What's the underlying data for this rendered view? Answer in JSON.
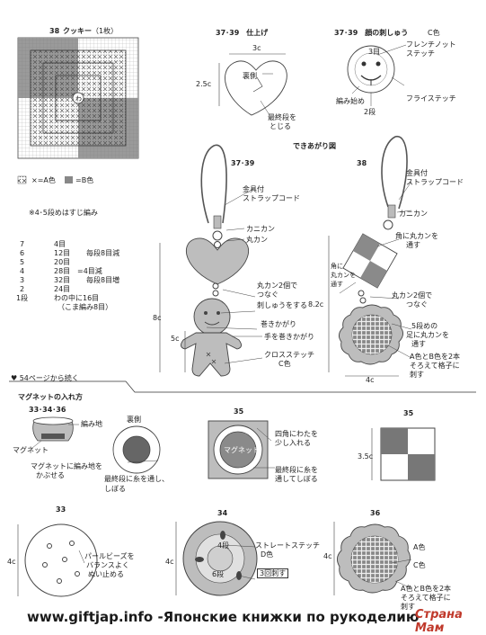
{
  "sec38_cookie": {
    "number": "38",
    "title": "クッキー",
    "count": "（1枚）",
    "legend_a": "×=A色",
    "legend_b": "=B色",
    "note_45": "※4･5段めはすじ編み"
  },
  "round_list": [
    {
      "no": "7",
      "stitches": "4目",
      "note": ""
    },
    {
      "no": "6",
      "stitches": "12目",
      "note": "毎段8目減"
    },
    {
      "no": "5",
      "stitches": "20目",
      "note": ""
    },
    {
      "no": "4",
      "stitches": "28目",
      "note": "=4目減"
    },
    {
      "no": "3",
      "stitches": "32目",
      "note": "毎段8目増"
    },
    {
      "no": "2",
      "stitches": "24目",
      "note": ""
    },
    {
      "no": "1段",
      "stitches": "わの中に16目",
      "note": "（こま編み8目）"
    }
  ],
  "finish": {
    "title": "37･39　仕上げ",
    "width": "3c",
    "height": "2.5c",
    "back": "裏側",
    "last_row": "最終段を",
    "close": "とじる"
  },
  "face": {
    "title": "37･39　顔の刺しゅう",
    "color": "C色",
    "french": "フレンチノット",
    "stitch": "ステッチ",
    "eye": "3目",
    "row": "2段",
    "start": "編み始め",
    "fly": "フライステッチ"
  },
  "done": {
    "title": "できあがり図",
    "num_3739": "37･39",
    "num_38": "38",
    "strap": "金具付",
    "strap2": "ストラップコード",
    "ring1": "カニカン",
    "ring2": "丸カン",
    "two_rings": "丸カン2個で",
    "connect": "つなぐ",
    "embroidery": "刺しゅうをする",
    "wrap_a": "巻きかがり",
    "wrap_b": "手を巻きかがり",
    "cross": "クロスステッチ",
    "c_color": "C色",
    "height": "8c",
    "body_w": "5c",
    "ring_38": "カニカン",
    "corner": "角に丸カンを",
    "pass": "通す",
    "corner2": "角に",
    "corner3": "丸カンを",
    "corner4": "通す",
    "two_rings2": "丸カン2個で",
    "connect2": "つなぐ",
    "h2": "8.2c",
    "w2": "4c",
    "fifth": "5段めの",
    "foot": "足に丸カンを",
    "pass2": "通す",
    "ab": "A色とB色を2本",
    "align": "そろえて格子に",
    "sew": "刺す"
  },
  "continued": "54ページから続く",
  "magnet": {
    "title": "マグネットの入れ方",
    "nums": "33･34･36",
    "knit": "編み地",
    "magnet": "マグネット",
    "wrap": "マグネットに編み地を",
    "cover": "かぶせる",
    "back": "裏側",
    "last": "最終段に糸を通し、",
    "shrink": "しぼる"
  },
  "sec35a": {
    "num": "35",
    "corner": "四角にわたを",
    "stuff": "少し入れる",
    "magnet": "マグネット",
    "last": "最終段に糸を",
    "pass": "通してしぼる"
  },
  "sec35b": {
    "num": "35",
    "size": "3.5c"
  },
  "sec33": {
    "num": "33",
    "size": "4c",
    "beads": "パールビーズを",
    "balance": "バランスよく",
    "sew": "ぬい止める"
  },
  "sec34": {
    "num": "34",
    "size": "4c",
    "r4": "4段",
    "r6": "6段",
    "straight": "ストレートステッチ",
    "d": "D色",
    "times": "3回刺す"
  },
  "sec36": {
    "num": "36",
    "size": "4c",
    "a": "A色",
    "c": "C色",
    "ab": "A色とB色を2本",
    "align": "そろえて格子に",
    "sew": "刺す"
  },
  "footer": {
    "text": "www.giftjap.info -Японские книжки по рукоделию",
    "logo": "Страна Мам"
  }
}
